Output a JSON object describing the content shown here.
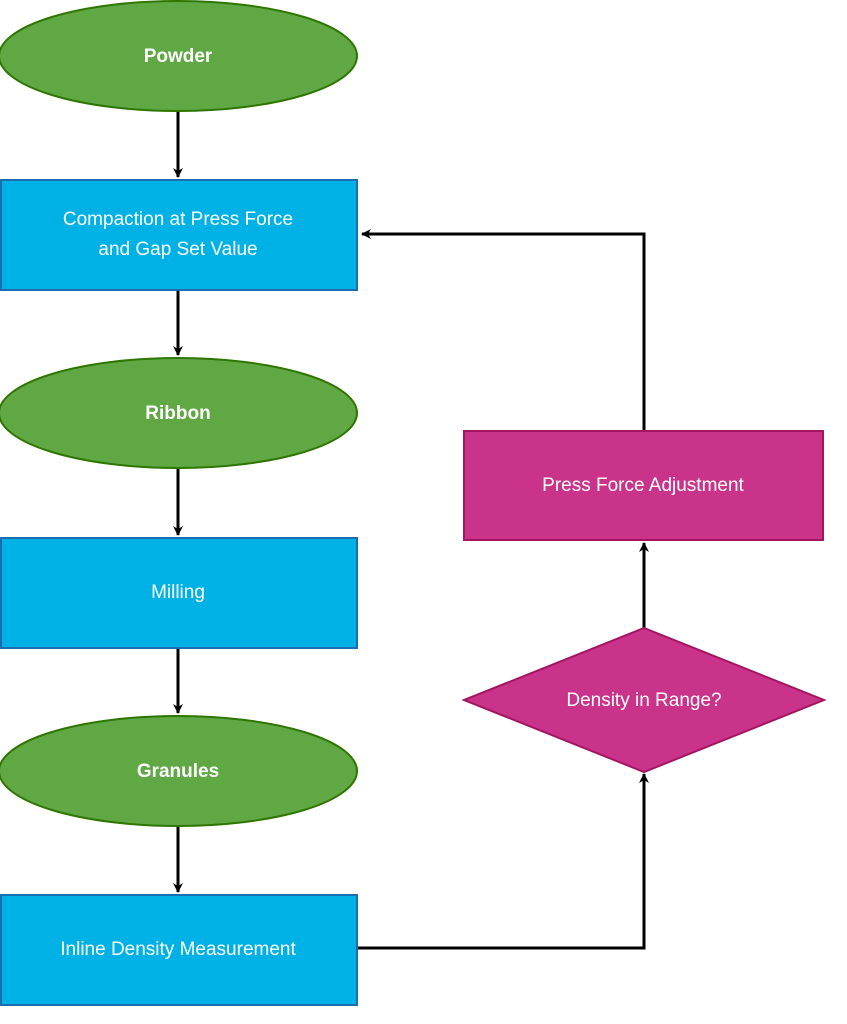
{
  "colors": {
    "terminal_fill": "#60a843",
    "terminal_stroke": "#2d7600",
    "process_fill": "#00b1e6",
    "process_stroke": "#1b6db0",
    "control_fill": "#c9338a",
    "control_stroke": "#a3155f",
    "terminal_text": "#ffffff",
    "process_text": "#ffffff",
    "control_text": "#ffffff",
    "connector": "#000000"
  },
  "nodes": {
    "powder": "Powder",
    "compaction_line1": "Compaction at Press Force",
    "compaction_line2": "and Gap Set Value",
    "ribbon": "Ribbon",
    "milling": "Milling",
    "granules": "Granules",
    "inline_density": "Inline Density Measurement",
    "density_check": "Density in Range?",
    "press_force_adjustment": "Press Force Adjustment"
  }
}
